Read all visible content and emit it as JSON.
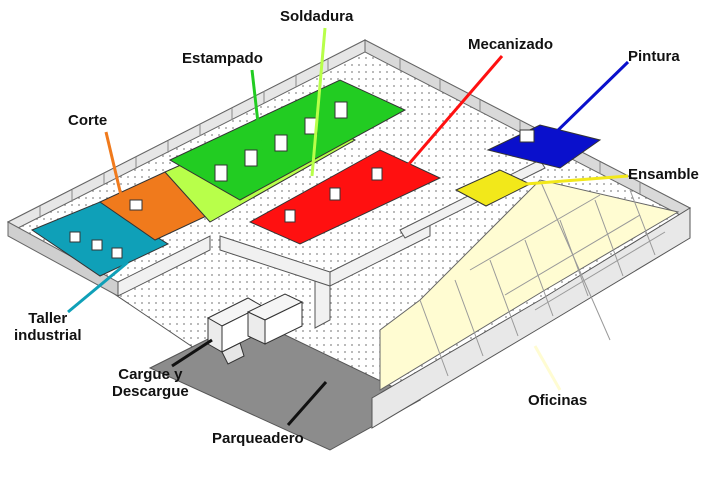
{
  "labels": {
    "soldadura": "Soldadura",
    "estampado": "Estampado",
    "mecanizado": "Mecanizado",
    "pintura": "Pintura",
    "corte": "Corte",
    "ensamble": "Ensamble",
    "taller": "Taller\nindustrial",
    "cargue": "Cargue y\nDescargue",
    "parqueadero": "Parqueadero",
    "oficinas": "Oficinas"
  },
  "colors": {
    "soldadura": "#22cc22",
    "estampado": "#b8ff4a",
    "mecanizado": "#ff1010",
    "pintura": "#0a10cc",
    "corte": "#f07a1c",
    "ensamble": "#f2e81a",
    "taller": "#0fa0b8",
    "oficinas": "#fffcd2"
  }
}
